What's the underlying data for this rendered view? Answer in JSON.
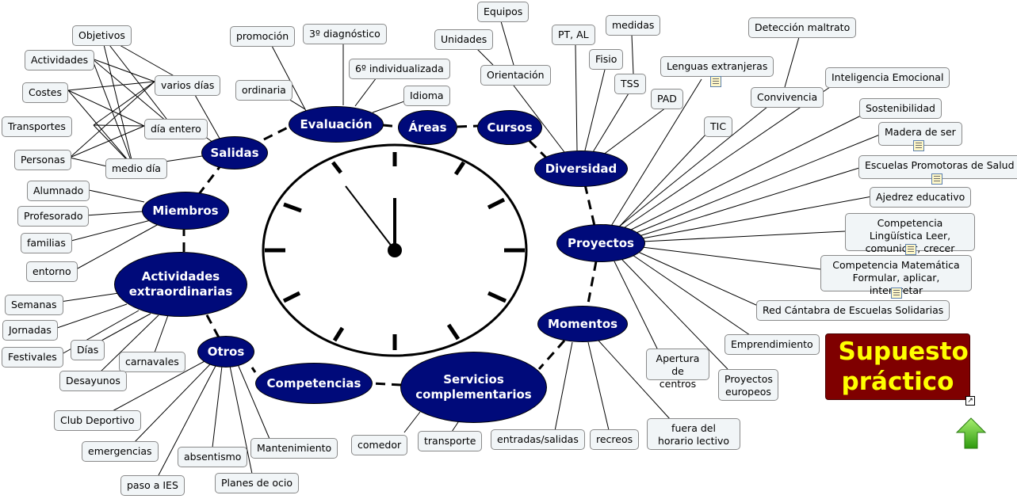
{
  "hubs": {
    "evaluacion": "Evaluación",
    "areas": "Áreas",
    "cursos": "Cursos",
    "diversidad": "Diversidad",
    "proyectos": "Proyectos",
    "momentos": "Momentos",
    "servicios": "Servicios complementarios",
    "competencias": "Competencias",
    "otros": "Otros",
    "actividades": "Actividades extraordinarias",
    "miembros": "Miembros",
    "salidas": "Salidas"
  },
  "salidas_items": [
    "Objetivos",
    "Actividades",
    "Costes",
    "Transportes",
    "Personas",
    "varios días",
    "día entero",
    "medio día"
  ],
  "evaluacion_items": [
    "promoción",
    "3º diagnóstico",
    "ordinaria",
    "6º individualizada",
    "Idioma"
  ],
  "cursos_items": [
    "Equipos",
    "Unidades",
    "Orientación"
  ],
  "diversidad_items": [
    "PT, AL",
    "medidas",
    "Fisio",
    "TSS",
    "PAD"
  ],
  "proyectos_items": [
    "Lenguas extranjeras",
    "Detección maltrato",
    "Convivencia",
    "Inteligencia Emocional",
    "TIC",
    "Sostenibilidad",
    "Madera de ser",
    "Escuelas Promotoras de Salud",
    "Ajedrez educativo",
    "Competencia Lingüística Leer, comunicar, crecer",
    "Competencia Matemática Formular, aplicar, interpretar",
    "Red Cántabra de Escuelas Solidarias",
    "Emprendimiento",
    "Apertura de centros",
    "Proyectos europeos"
  ],
  "momentos_items": [
    "entradas/salidas",
    "recreos",
    "fuera del horario lectivo"
  ],
  "servicios_items": [
    "comedor",
    "transporte"
  ],
  "miembros_items": [
    "Alumnado",
    "Profesorado",
    "familias",
    "entorno"
  ],
  "actividades_items": [
    "Semanas",
    "Jornadas",
    "Festivales",
    "Días",
    "carnavales",
    "Desayunos"
  ],
  "otros_items": [
    "Club Deportivo",
    "emergencias",
    "paso a IES",
    "absentismo",
    "Planes de ocio",
    "Mantenimiento"
  ],
  "supuesto": "Supuesto práctico",
  "colors": {
    "hub": "#000a7a",
    "leaf_bg": "#f1f5f7",
    "supuesto_bg": "#7f0000",
    "supuesto_text": "#ffff00"
  },
  "icons": {
    "clock": "clock-icon",
    "note": "note-icon",
    "link": "link-icon",
    "up": "up-arrow-icon"
  }
}
